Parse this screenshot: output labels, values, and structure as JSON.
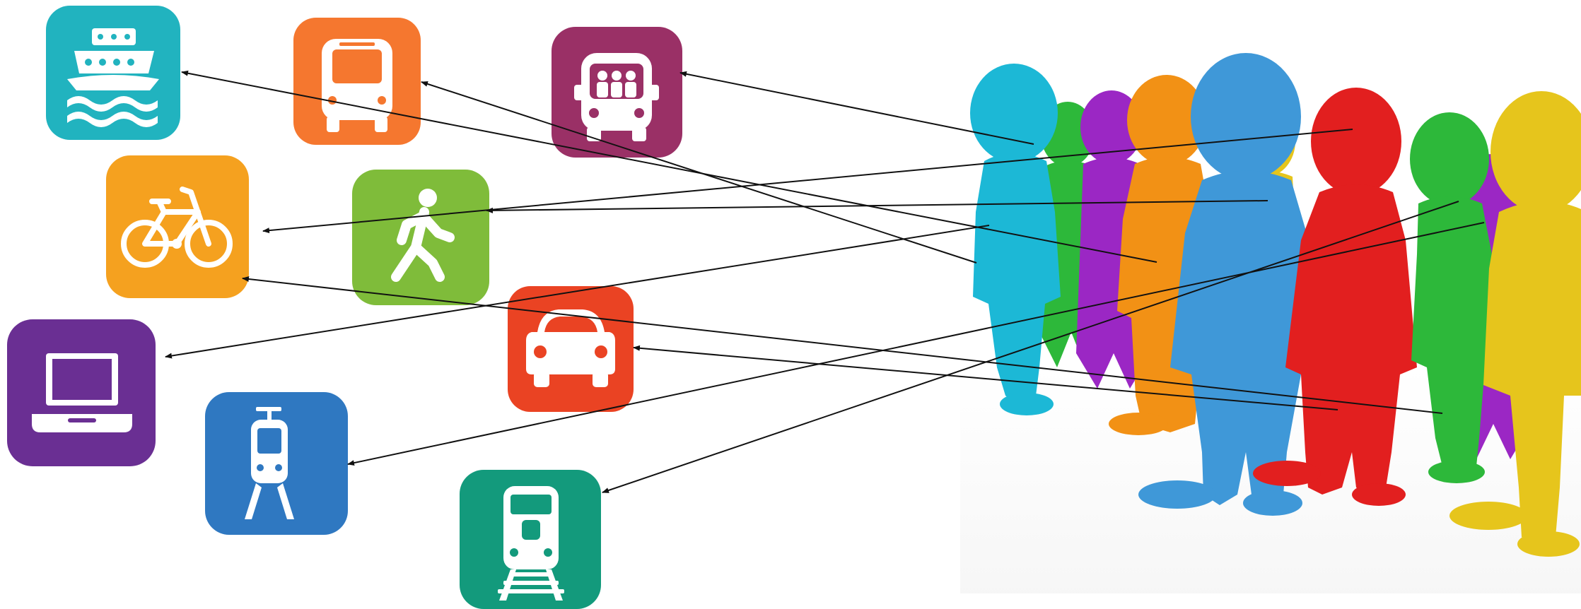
{
  "diagram": {
    "icons": [
      {
        "id": "ferry",
        "name": "ferry-icon",
        "color": "#21b3bf"
      },
      {
        "id": "bus",
        "name": "bus-icon",
        "color": "#f5772f"
      },
      {
        "id": "shuttle",
        "name": "shuttle-van-icon",
        "color": "#9a3066"
      },
      {
        "id": "bike",
        "name": "bicycle-icon",
        "color": "#f5a11f"
      },
      {
        "id": "walk",
        "name": "pedestrian-icon",
        "color": "#7fbc3a"
      },
      {
        "id": "laptop",
        "name": "laptop-icon",
        "color": "#6a2f93"
      },
      {
        "id": "car",
        "name": "car-icon",
        "color": "#ea4323"
      },
      {
        "id": "tram",
        "name": "tram-icon",
        "color": "#2f78c1"
      },
      {
        "id": "train",
        "name": "train-icon",
        "color": "#139a7c"
      }
    ],
    "people": [
      {
        "name": "cyan-person",
        "color": "#1cb8d6"
      },
      {
        "name": "green-person",
        "color": "#2db83a"
      },
      {
        "name": "purple-person",
        "color": "#9b27c4"
      },
      {
        "name": "orange-person",
        "color": "#f29115"
      },
      {
        "name": "yellow-person",
        "color": "#e6c51c"
      },
      {
        "name": "blue-person",
        "color": "#3f98d8"
      },
      {
        "name": "red-person",
        "color": "#e21f1f"
      },
      {
        "name": "green-person-2",
        "color": "#2db83a"
      },
      {
        "name": "purple-person-2",
        "color": "#9b27c4"
      },
      {
        "name": "yellow-person-2",
        "color": "#e6c51c"
      }
    ],
    "arrow_color": "#111111"
  }
}
